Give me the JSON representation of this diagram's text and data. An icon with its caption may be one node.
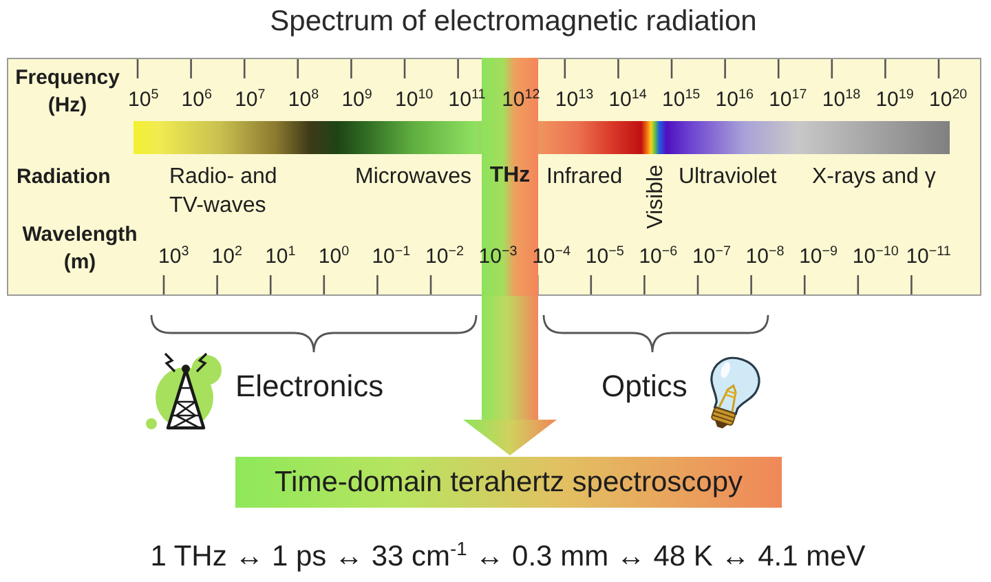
{
  "diagram": {
    "title": "Spectrum of electromagnetic radiation",
    "nodes": [
      {
        "text": [
          "THz"
        ]
      },
      {
        "text": [
          "Time-domain terahertz spectroscopy"
        ]
      }
    ],
    "edges": [
      {
        "from": 0,
        "to": 1,
        "arrow": "to",
        "style": "thick"
      }
    ],
    "labels": [
      "Frequency (Hz)",
      "10$^{5}$",
      "10$^{6}$",
      "10$^{7}$",
      "10$^{8}$",
      "10$^{9}$",
      "10$^{10}$",
      "10$^{11}$",
      "10$^{12}$",
      "10$^{13}$",
      "10$^{14}$",
      "10$^{15}$",
      "10$^{16}$",
      "10$^{17}$",
      "10$^{18}$",
      "10$^{19}$",
      "10$^{20}$",
      "Radiation",
      "Radio- and TV-waves",
      "Microwaves",
      "Infrared",
      "Visible",
      "Ultraviolet",
      "X-rays and γ",
      "Wavelength (m)",
      "10$^{3}$",
      "10$^{2}$",
      "10$^{1}$",
      "10$^{0}$",
      "10$^{−1}$",
      "10$^{−2}$",
      "10$^{−3}$",
      "10$^{−4}$",
      "10$^{−5}$",
      "10$^{−6}$",
      "10$^{−7}$",
      "10$^{−8}$",
      "10$^{−9}$",
      "10$^{−10}$",
      "10$^{−11}$",
      "Electronics",
      "Optics",
      "1 THz ↔ 1 ps ↔ 33 cm$^{-1}$ ↔ 0.3 mm ↔ 48 K ↔ 4.1 meV"
    ]
  }
}
